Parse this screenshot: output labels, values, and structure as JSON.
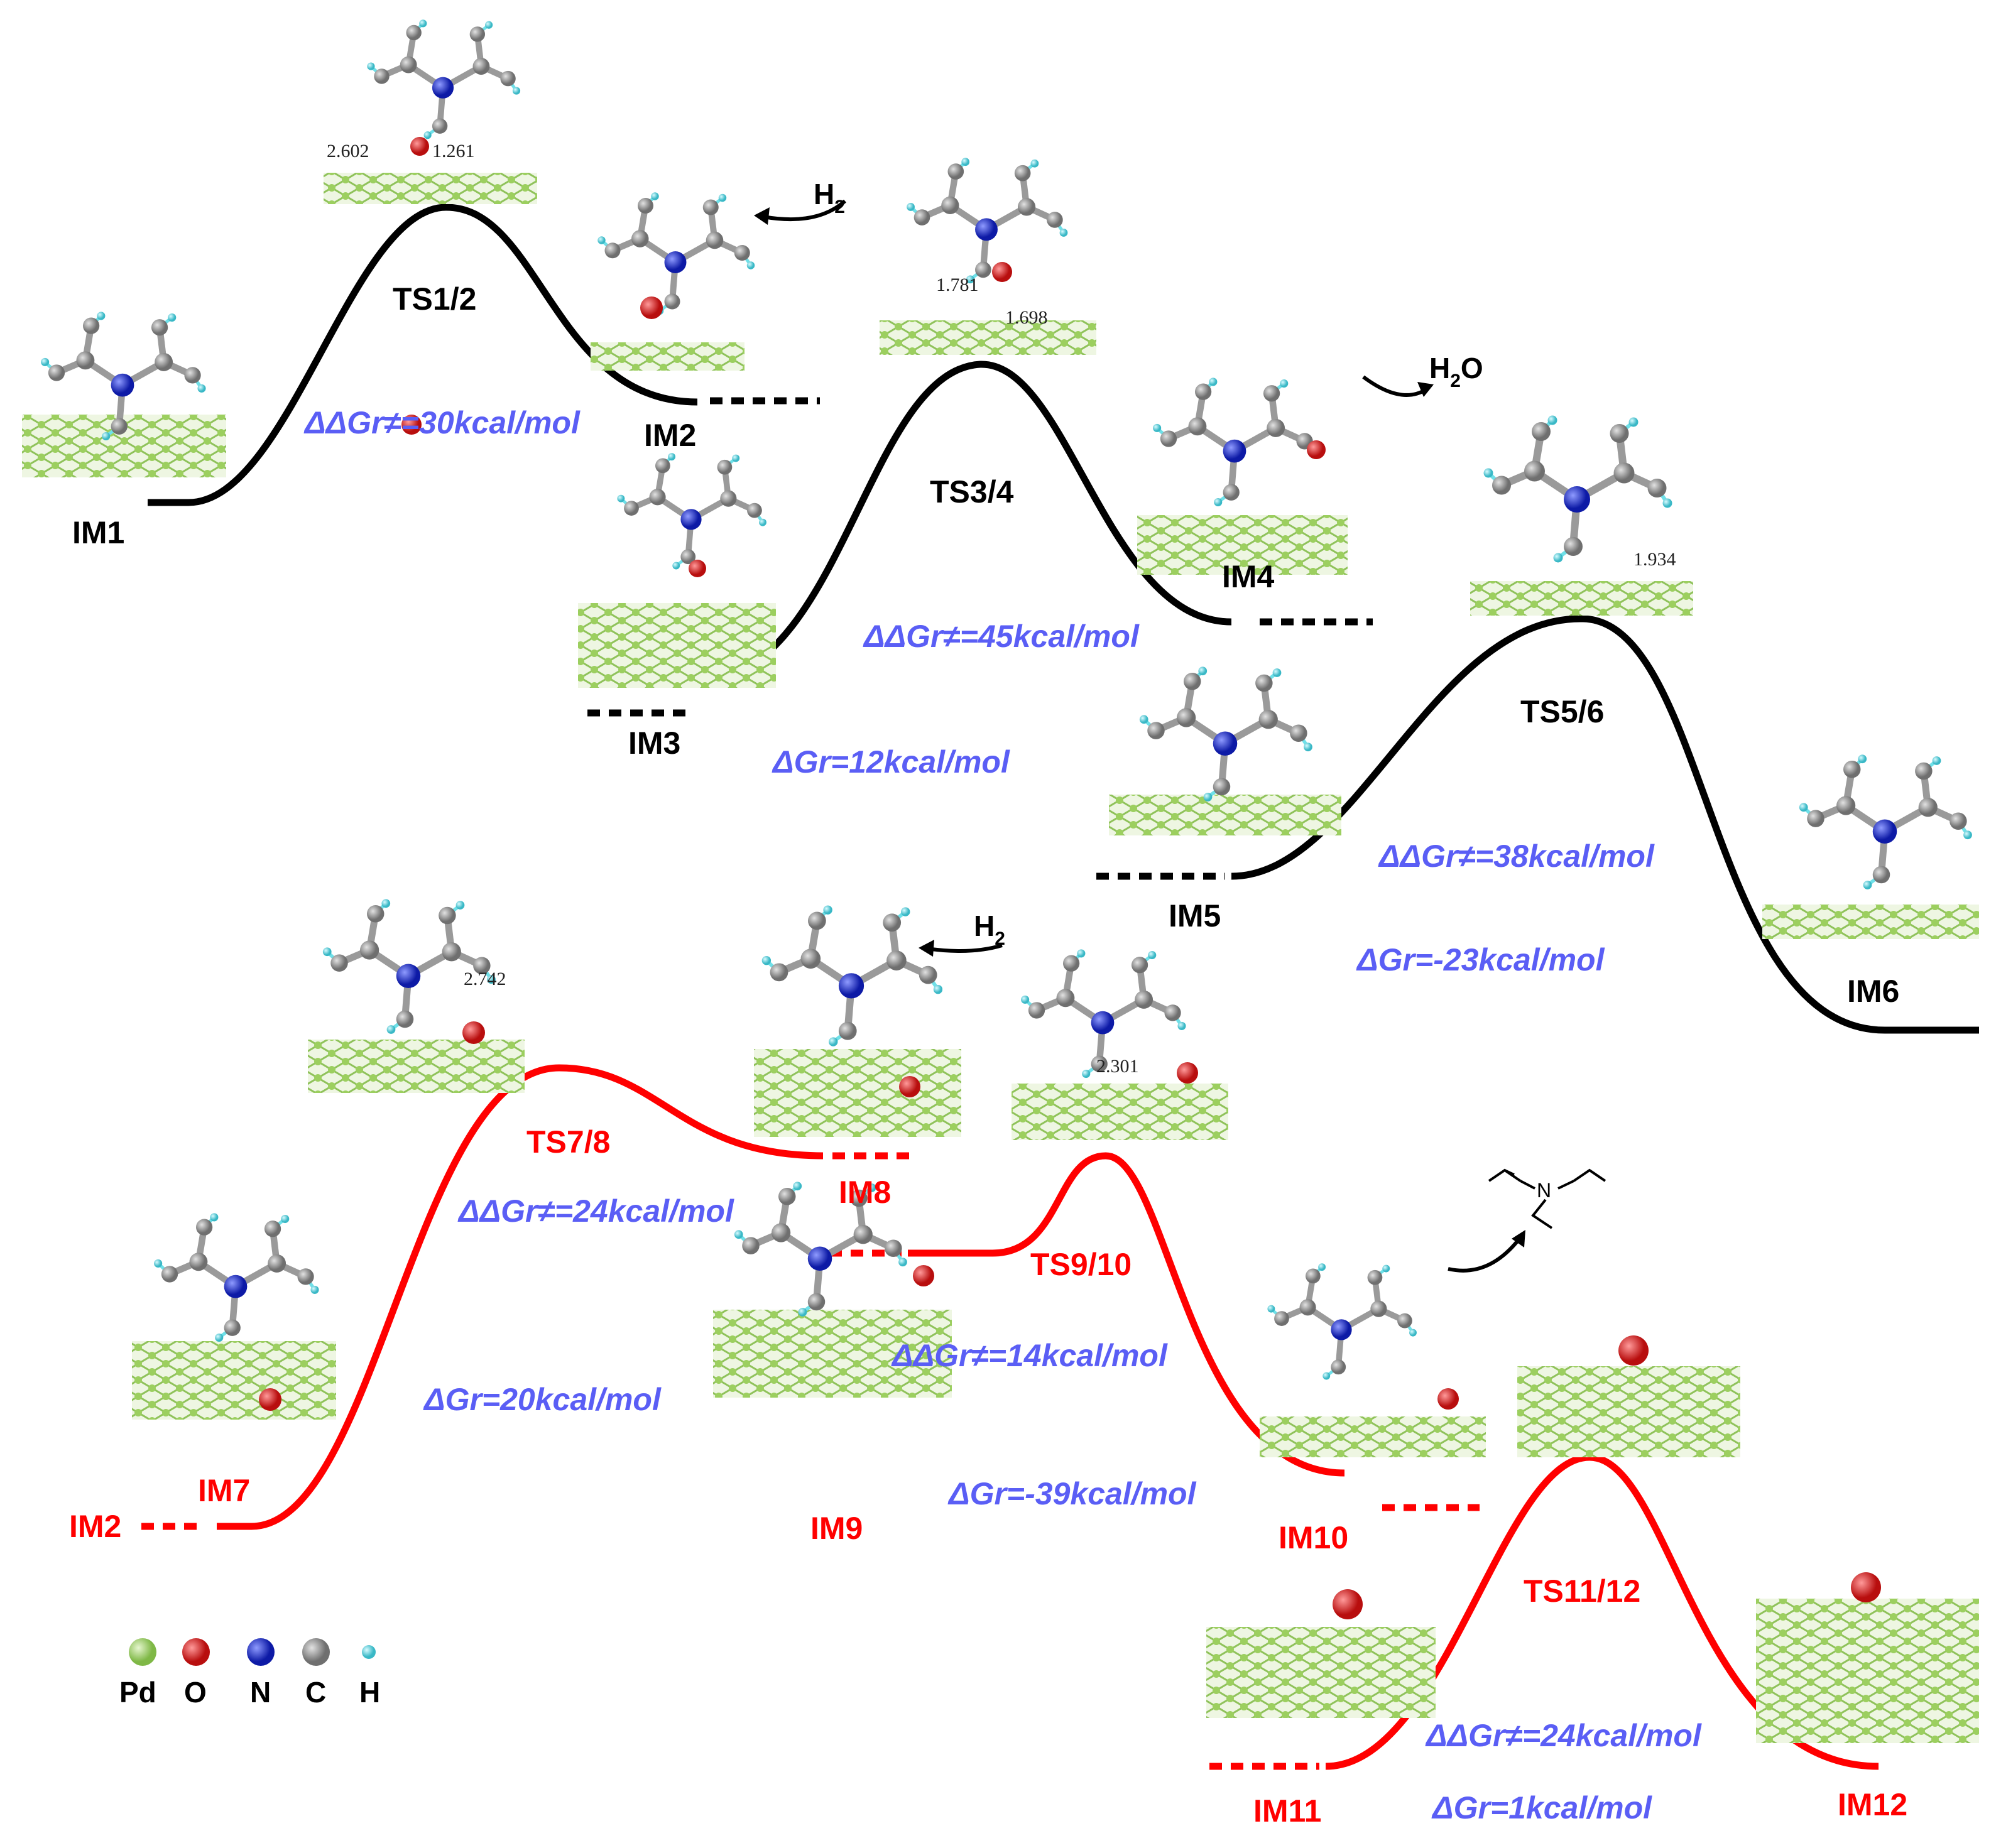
{
  "black_pathway": {
    "labels": {
      "im1": "IM1",
      "ts12": "TS1/2",
      "im2": "IM2",
      "im3": "IM3",
      "ts34": "TS3/4",
      "im4": "IM4",
      "im5": "IM5",
      "ts56": "TS5/6",
      "im6": "IM6"
    },
    "energies": {
      "step1_barrier": "ΔΔGr≠=30kcal/mol",
      "step2_barrier": "ΔΔGr≠=45kcal/mol",
      "step2_reaction": "ΔGr=12kcal/mol",
      "step3_barrier": "ΔΔGr≠=38kcal/mol",
      "step3_reaction": "ΔGr=-23kcal/mol"
    },
    "distances": {
      "ts12_left": "2.602",
      "ts12_right": "1.261",
      "ts34_left": "1.781",
      "ts34_right": "1.698",
      "ts56": "1.934"
    },
    "species": {
      "h2": "H2",
      "h2o": "H2O"
    }
  },
  "red_pathway": {
    "labels": {
      "im2": "IM2",
      "im7": "IM7",
      "ts78": "TS7/8",
      "im8": "IM8",
      "im9": "IM9",
      "ts910": "TS9/10",
      "im10": "IM10",
      "im11": "IM11",
      "ts1112": "TS11/12",
      "im12": "IM12"
    },
    "energies": {
      "step1_barrier": "ΔΔGr≠=24kcal/mol",
      "step1_reaction": "ΔGr=20kcal/mol",
      "step2_barrier": "ΔΔGr≠=14kcal/mol",
      "step2_reaction": "ΔGr=-39kcal/mol",
      "step3_barrier": "ΔΔGr≠=24kcal/mol",
      "step3_reaction": "ΔGr=1kcal/mol"
    },
    "distances": {
      "ts78": "2.742",
      "ts910": "2.301"
    },
    "species": {
      "h2": "H2",
      "amine_n": "N"
    }
  },
  "legend": [
    {
      "symbol": "Pd",
      "color": "#9ccf5f"
    },
    {
      "symbol": "O",
      "color": "#d41f1f"
    },
    {
      "symbol": "N",
      "color": "#1f2fd4"
    },
    {
      "symbol": "C",
      "color": "#9a9a9a"
    },
    {
      "symbol": "H",
      "color": "#6fe0e8"
    }
  ],
  "colors": {
    "black_path": "#000000",
    "red_path": "#ff0000",
    "energy_text": "#5a5ef5"
  }
}
